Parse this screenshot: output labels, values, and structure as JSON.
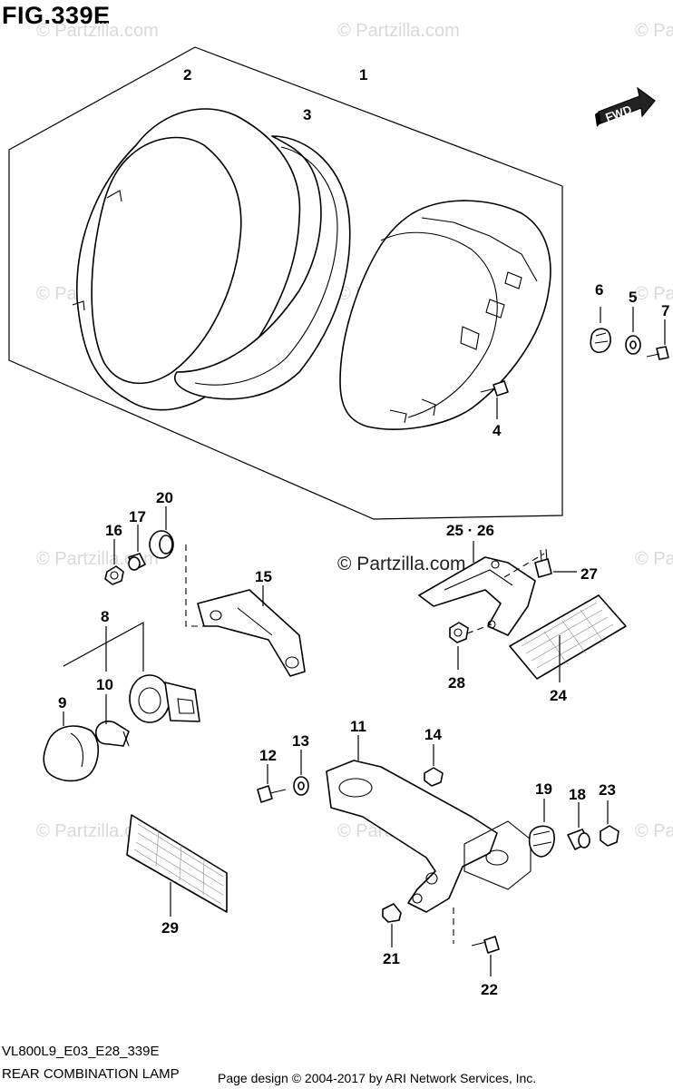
{
  "title": "FIG.339E",
  "fwd_label": "FWD",
  "watermark": "© Partzilla.com",
  "footer": {
    "code": "VL800L9_E03_E28_339E",
    "name": "REAR COMBINATION LAMP",
    "credit": "Page design © 2004-2017 by ARI Network Services, Inc."
  },
  "callouts": {
    "c1": "1",
    "c2": "2",
    "c3": "3",
    "c4": "4",
    "c5": "5",
    "c6": "6",
    "c7": "7",
    "c8": "8",
    "c9": "9",
    "c10": "10",
    "c11": "11",
    "c12": "12",
    "c13": "13",
    "c14": "14",
    "c15": "15",
    "c16": "16",
    "c17": "17",
    "c18": "18",
    "c19": "19",
    "c20": "20",
    "c21": "21",
    "c22": "22",
    "c23": "23",
    "c24": "24",
    "c2526": "25 · 26",
    "c27": "27",
    "c28": "28",
    "c29": "29"
  }
}
